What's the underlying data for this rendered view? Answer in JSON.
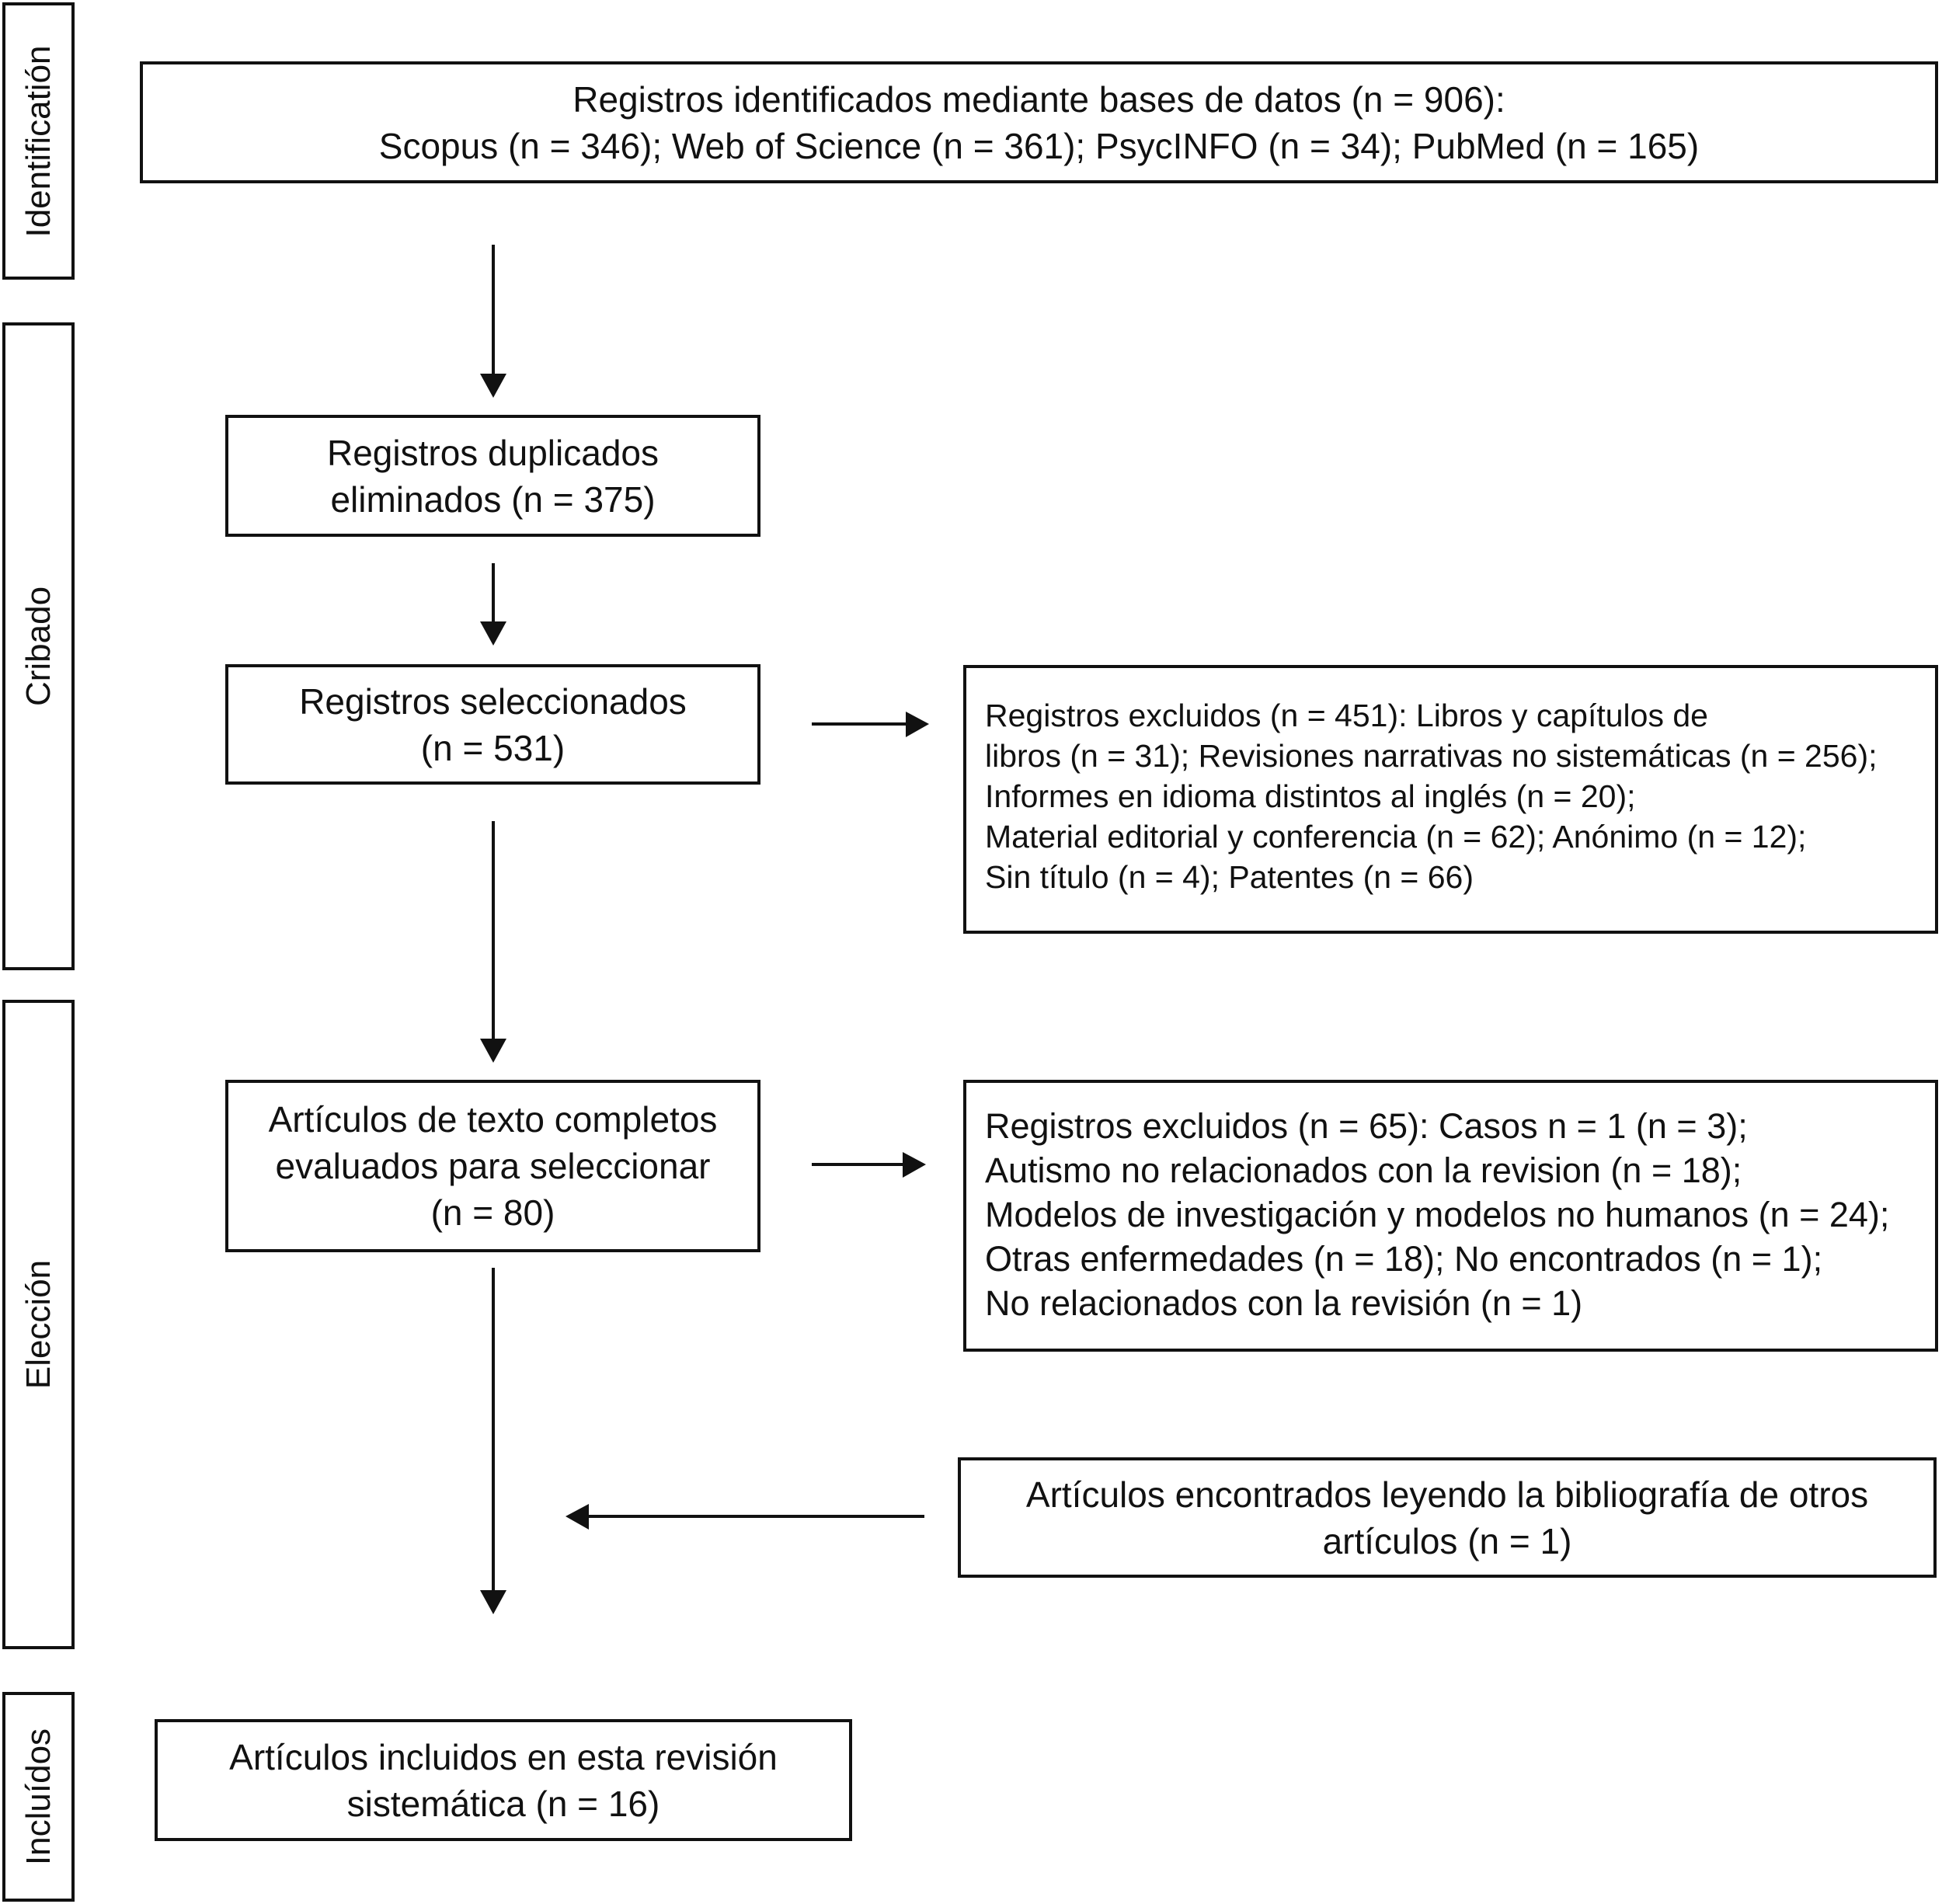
{
  "stages": {
    "identification": "Identificatión",
    "screening": "Cribado",
    "eligibility": "Elección",
    "included": "Incluídos"
  },
  "boxes": {
    "identified": {
      "lines": [
        "Registros identificados mediante bases de datos (n = 906):",
        "Scopus (n = 346); Web of Science (n = 361); PsycINFO (n = 34); PubMed (n = 165)"
      ]
    },
    "duplicates": {
      "lines": [
        "Registros duplicados",
        "eliminados (n = 375)"
      ]
    },
    "screened": {
      "lines": [
        "Registros seleccionados",
        "(n = 531)"
      ]
    },
    "excluded_screening": {
      "lines": [
        "Registros excluidos (n = 451): Libros y capítulos de",
        "libros (n = 31); Revisiones narrativas no sistemáticas (n = 256);",
        "Informes en idioma distintos al inglés (n = 20);",
        "Material editorial y conferencia (n = 62); Anónimo (n = 12);",
        "Sin título (n = 4); Patentes (n = 66)"
      ]
    },
    "fulltext": {
      "lines": [
        "Artículos de texto completos",
        "evaluados para seleccionar",
        "(n = 80)"
      ]
    },
    "excluded_fulltext": {
      "lines": [
        "Registros excluidos (n = 65): Casos n = 1 (n = 3);",
        "Autismo no relacionados con la revision (n = 18);",
        "Modelos de investigación y modelos no humanos (n = 24);",
        "Otras enfermedades (n = 18); No encontrados (n = 1);",
        "No relacionados con la revisión (n = 1)"
      ]
    },
    "other_sources": {
      "lines": [
        "Artículos encontrados leyendo la bibliografía de otros",
        "artículos (n = 1)"
      ]
    },
    "included": {
      "lines": [
        "Artículos incluidos en esta revisión",
        "sistemática (n = 16)"
      ]
    }
  }
}
